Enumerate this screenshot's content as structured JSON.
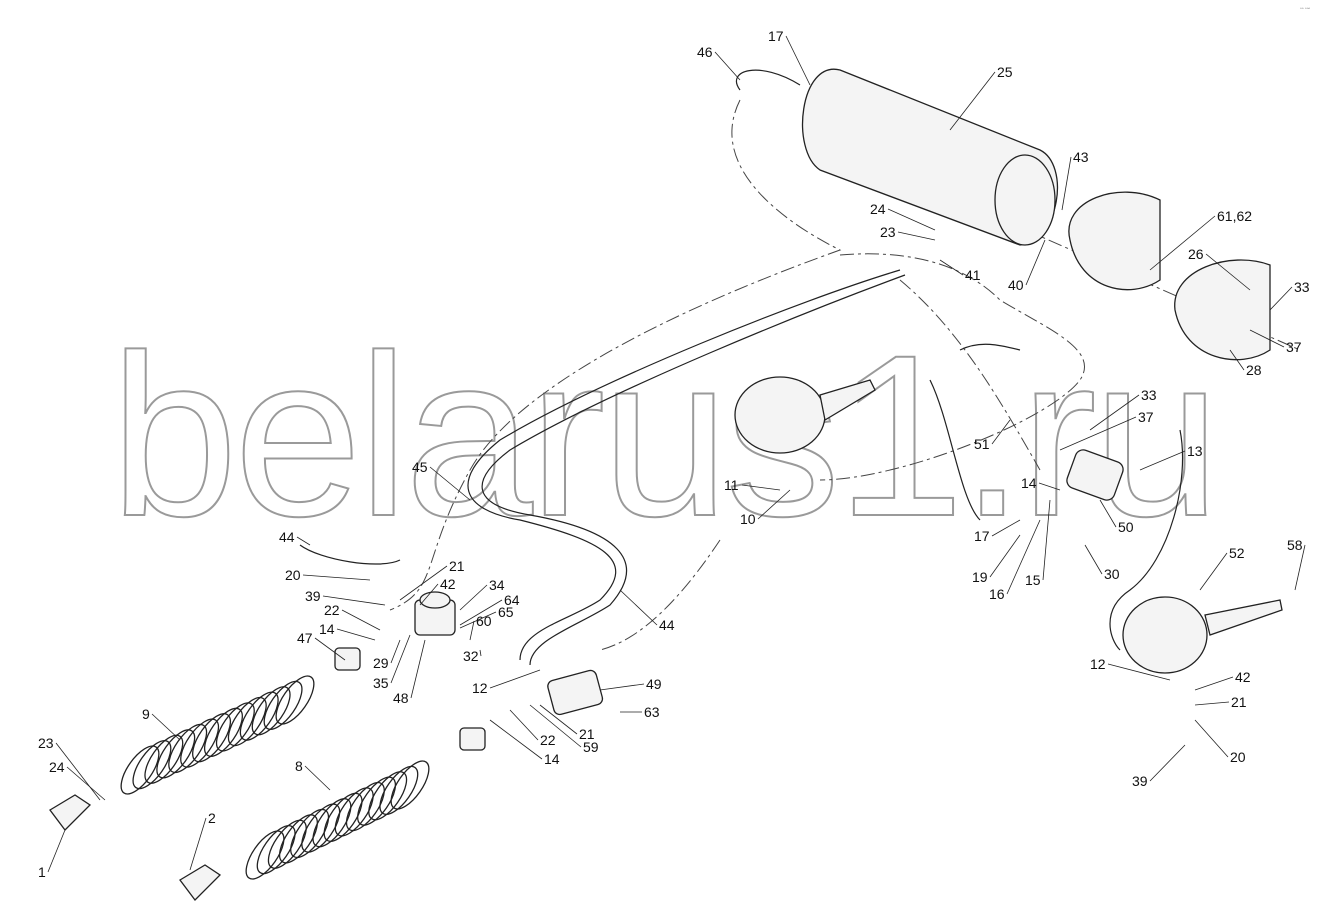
{
  "diagram": {
    "title": "Pneumatic brake system exploded parts diagram",
    "watermark": "belarus1.ru",
    "callouts": [
      "46",
      "17",
      "25",
      "43",
      "24",
      "23",
      "41",
      "40",
      "61,62",
      "26",
      "33",
      "37",
      "28",
      "33",
      "37",
      "13",
      "51",
      "14",
      "11",
      "10",
      "45",
      "17",
      "50",
      "19",
      "16",
      "15",
      "30",
      "52",
      "58",
      "12",
      "42",
      "21",
      "20",
      "39",
      "44",
      "20",
      "21",
      "42",
      "34",
      "64",
      "65",
      "39",
      "22",
      "60",
      "14",
      "47",
      "29",
      "32",
      "35",
      "48",
      "44",
      "12",
      "49",
      "9",
      "63",
      "21",
      "22",
      "59",
      "14",
      "23",
      "24",
      "8",
      "2",
      "1"
    ]
  }
}
